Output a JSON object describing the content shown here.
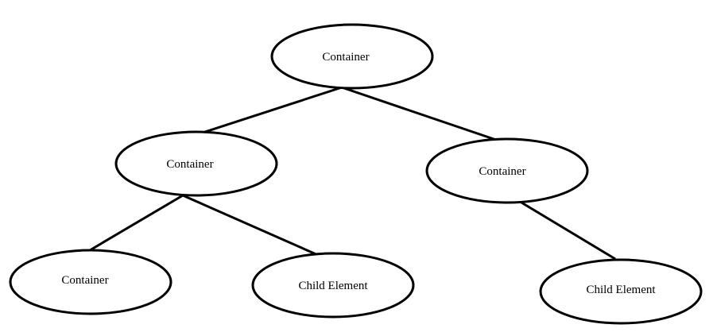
{
  "nodes": [
    {
      "id": "root",
      "label": "Container"
    },
    {
      "id": "left",
      "label": "Container"
    },
    {
      "id": "right",
      "label": "Container"
    },
    {
      "id": "left-left",
      "label": "Container"
    },
    {
      "id": "left-right",
      "label": "Child Element"
    },
    {
      "id": "right-child",
      "label": "Child Element"
    }
  ],
  "edges": [
    {
      "from": "root",
      "to": "left"
    },
    {
      "from": "root",
      "to": "right"
    },
    {
      "from": "left",
      "to": "left-left"
    },
    {
      "from": "left",
      "to": "left-right"
    },
    {
      "from": "right",
      "to": "right-child"
    }
  ]
}
